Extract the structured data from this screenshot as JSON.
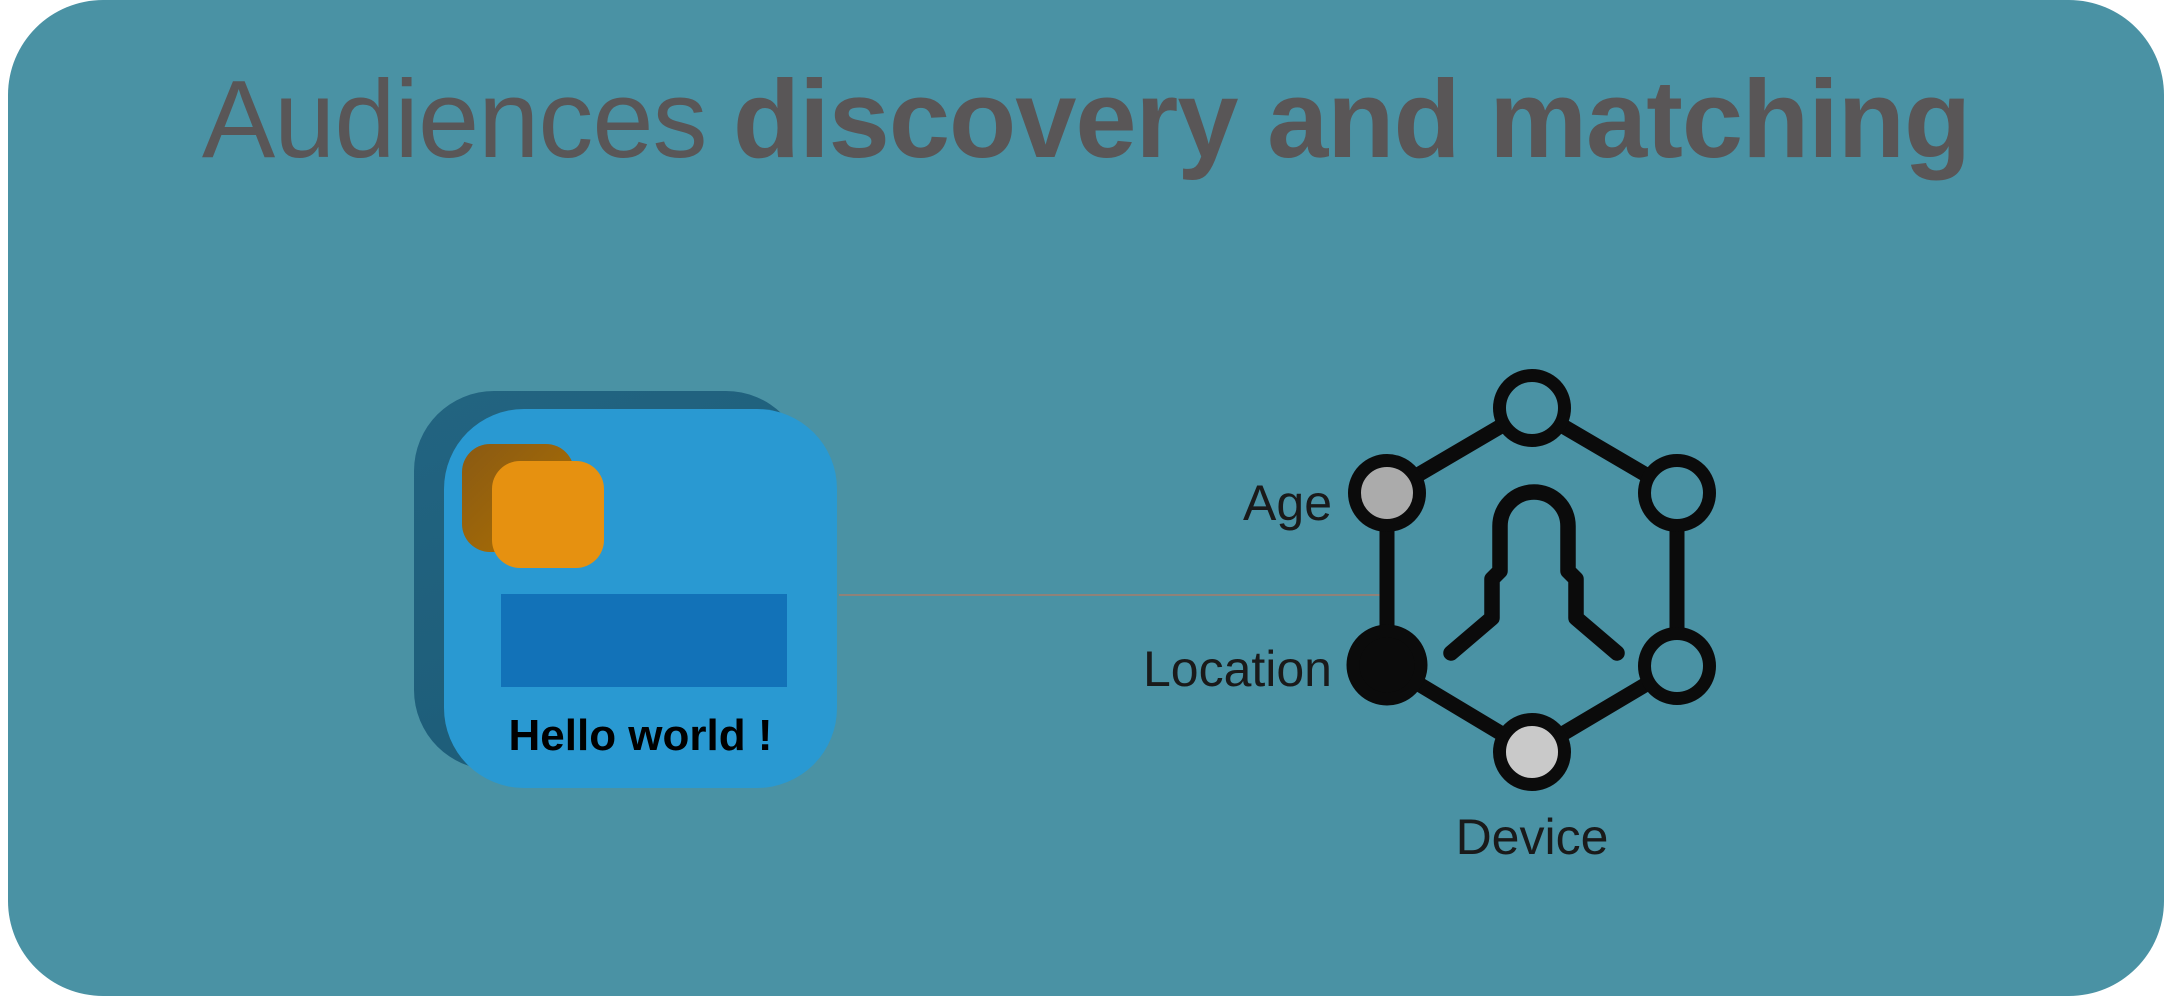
{
  "title": {
    "regular": "Audiences",
    "bold": "discovery and matching"
  },
  "card": {
    "label": "Hello world !"
  },
  "network": {
    "labels": {
      "age": "Age",
      "location": "Location",
      "device": "Device"
    }
  },
  "colors": {
    "page_background": "#ffffff",
    "panel_teal": "#4A92A4",
    "title_gray": "#595657",
    "card_face_blue": "#2999D2",
    "card_back_blue": "#20627F",
    "chip_orange": "#E69110",
    "chip_back_brown": "#9A6208",
    "stripe_blue": "#1272B8",
    "node_gray": "#ABABAB",
    "node_light_gray": "#C9C9C9",
    "node_black": "#0B0B0B",
    "outline_black": "#0B0B0B",
    "connector_gray": "#9B7F72",
    "label_black": "#1A1A1A"
  }
}
